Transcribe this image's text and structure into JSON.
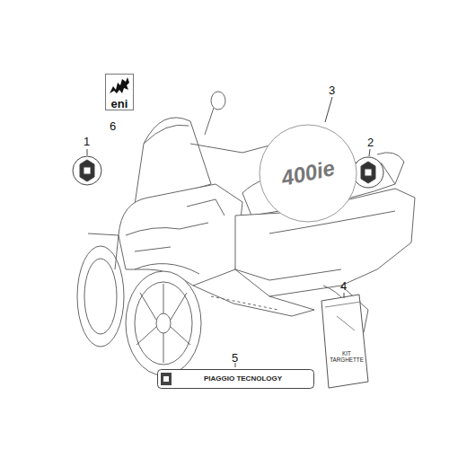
{
  "diagram": {
    "nodes": [
      {
        "text": [
          "eni"
        ]
      },
      {
        "text": [
          "400ie"
        ]
      },
      {
        "text": [
          "KIT TARGHETTE"
        ]
      },
      {
        "text": [
          "PIAGGIO TECNOLOGY"
        ]
      }
    ],
    "labels": [
      "6",
      "3",
      "1",
      "2",
      "4",
      "5"
    ]
  }
}
